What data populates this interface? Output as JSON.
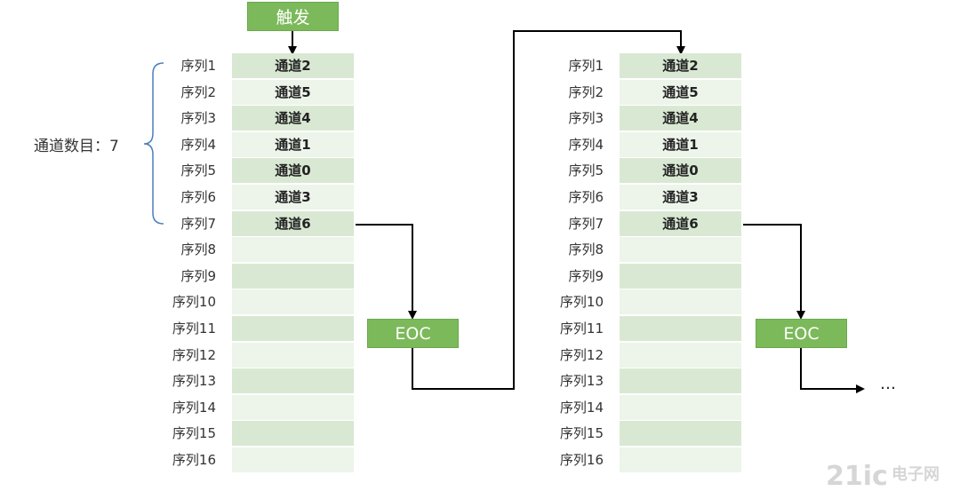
{
  "trigger": {
    "label": "触发"
  },
  "channel_count": {
    "label": "通道数目：7"
  },
  "sequence_labels": [
    "序列1",
    "序列2",
    "序列3",
    "序列4",
    "序列5",
    "序列6",
    "序列7",
    "序列8",
    "序列9",
    "序列10",
    "序列11",
    "序列12",
    "序列13",
    "序列14",
    "序列15",
    "序列16"
  ],
  "channels": [
    "通道2",
    "通道5",
    "通道4",
    "通道1",
    "通道0",
    "通道3",
    "通道6",
    "",
    "",
    "",
    "",
    "",
    "",
    "",
    "",
    ""
  ],
  "eoc": {
    "label": "EOC"
  },
  "continuation": {
    "label": "…"
  },
  "watermark": {
    "text": "21ic 电子网"
  },
  "colors": {
    "green_box": "#7cb95a",
    "cell_dark": "#d9e8d3",
    "cell_light": "#edf4ea",
    "brace": "#4a7ebb",
    "arrow": "#000000"
  }
}
